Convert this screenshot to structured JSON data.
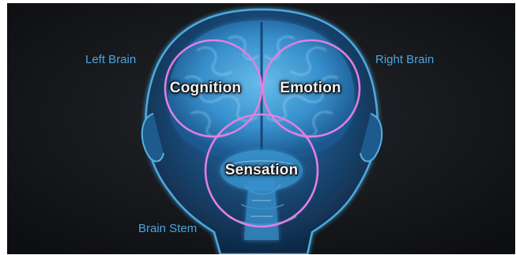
{
  "labels": {
    "left_brain": "Left Brain",
    "right_brain": "Right Brain",
    "brain_stem": "Brain Stem"
  },
  "circles": {
    "cognition": "Cognition",
    "emotion": "Emotion",
    "sensation": "Sensation"
  },
  "colors": {
    "background": "#15171b",
    "brain_glow": "#3ea8e6",
    "circle_stroke": "#e27fe2",
    "label_text": "#4aa6e0"
  }
}
